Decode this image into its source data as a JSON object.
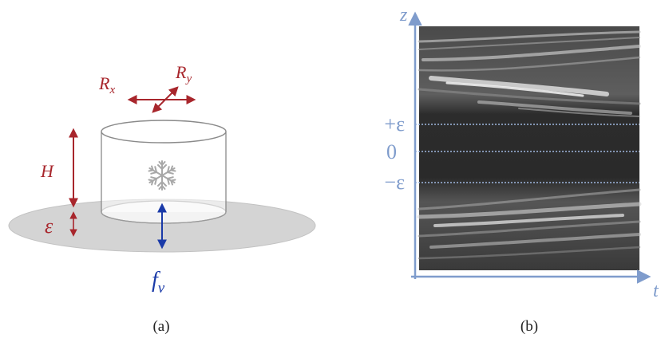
{
  "panel_a": {
    "caption": "(a)",
    "labels": {
      "rx": "R",
      "rx_sub": "x",
      "ry": "R",
      "ry_sub": "y",
      "height": "H",
      "gap": "ε",
      "frequency": "f",
      "frequency_sub": "v"
    },
    "colors": {
      "red_arrows": "#a8262c",
      "blue_arrow": "#1a3aa8",
      "plate": "#d4d4d4",
      "cylinder_edge": "#8a8a8a"
    },
    "icons": [
      "snowflake-icon"
    ]
  },
  "panel_b": {
    "caption": "(b)",
    "axes": {
      "vertical": "z",
      "horizontal": "t"
    },
    "tick_labels": [
      "+ε",
      "0",
      "−ε"
    ],
    "colors": {
      "axis": "#7f9ccc",
      "dotted_line": "#9fb8e0",
      "image_dark": "#2a2a2a"
    }
  }
}
